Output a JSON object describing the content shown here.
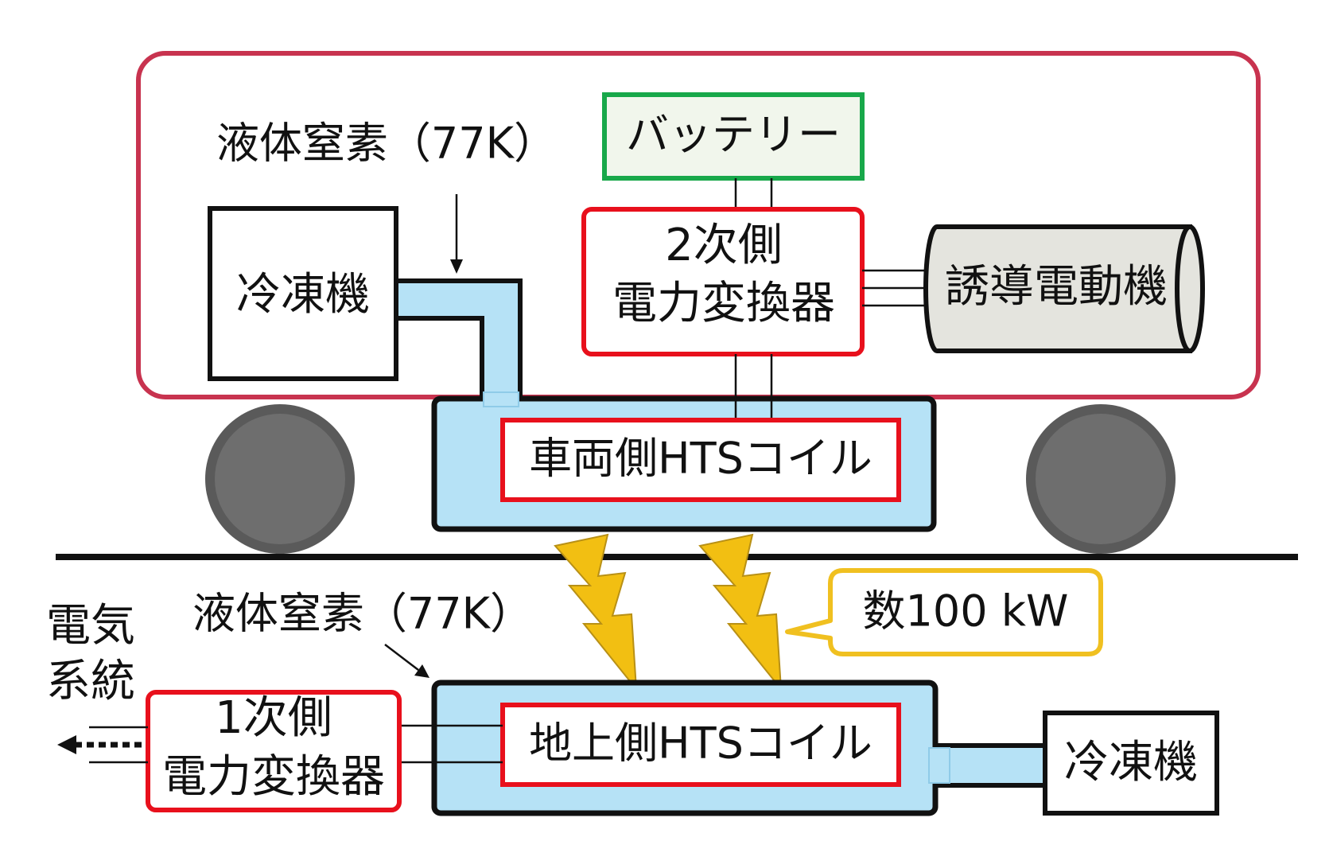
{
  "vehicle": {
    "liquid_nitrogen": "液体窒素（77K）",
    "refrigerator": "冷凍機",
    "battery": "バッテリー",
    "secondary_converter_line1": "2次側",
    "secondary_converter_line2": "電力変換器",
    "induction_motor": "誘導電動機",
    "vehicle_coil": "車両側HTSコイル"
  },
  "ground": {
    "liquid_nitrogen": "液体窒素（77K）",
    "grid_line1": "電気",
    "grid_line2": "系統",
    "primary_converter_line1": "1次側",
    "primary_converter_line2": "電力変換器",
    "ground_coil": "地上側HTSコイル",
    "refrigerator": "冷凍機"
  },
  "power_callout": "数100 kW",
  "colors": {
    "vehicle_body": "#c8334f",
    "battery_border": "#18a84a",
    "battery_fill": "#f1f6ec",
    "converter_border": "#e8101c",
    "coil_fill": "#b6e2f6",
    "motor_fill": "#e4e4de",
    "lightning": "#f2bf12",
    "callout_border": "#f0c020",
    "wheel": "#6a6a6a"
  }
}
